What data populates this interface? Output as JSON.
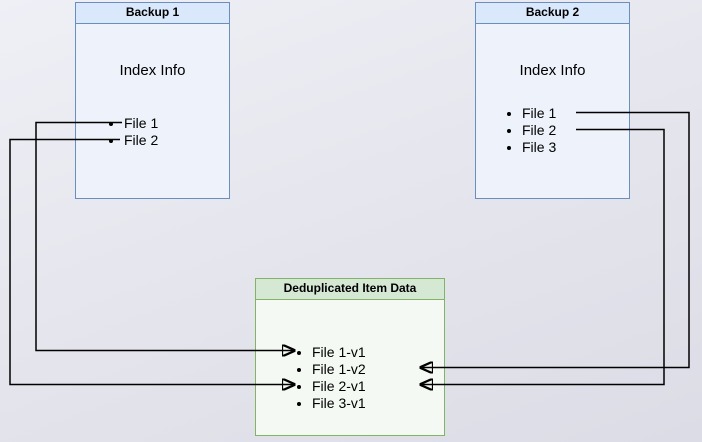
{
  "diagram": {
    "backup1": {
      "title": "Backup 1",
      "subtitle": "Index Info",
      "files": [
        "File 1",
        "File 2"
      ]
    },
    "backup2": {
      "title": "Backup 2",
      "subtitle": "Index Info",
      "files": [
        "File 1",
        "File 2",
        "File 3"
      ]
    },
    "dedup": {
      "title": "Deduplicated Item Data",
      "items": [
        "File 1-v1",
        "File 1-v2",
        "File 2-v1",
        "File 3-v1"
      ]
    },
    "connections": [
      {
        "from": "Backup 1 / File 1",
        "to": "File 1-v1",
        "side": "left"
      },
      {
        "from": "Backup 1 / File 2",
        "to": "File 2-v1",
        "side": "left"
      },
      {
        "from": "Backup 2 / File 1",
        "to": "File 1-v2",
        "side": "right"
      },
      {
        "from": "Backup 2 / File 2",
        "to": "File 2-v1",
        "side": "right"
      }
    ],
    "colors": {
      "backup_box_border": "#6c8ebf",
      "backup_box_header_fill": "#dae8fc",
      "dedup_box_border": "#82b366",
      "dedup_box_header_fill": "#d5e8d4",
      "arrow": "#000000"
    }
  }
}
